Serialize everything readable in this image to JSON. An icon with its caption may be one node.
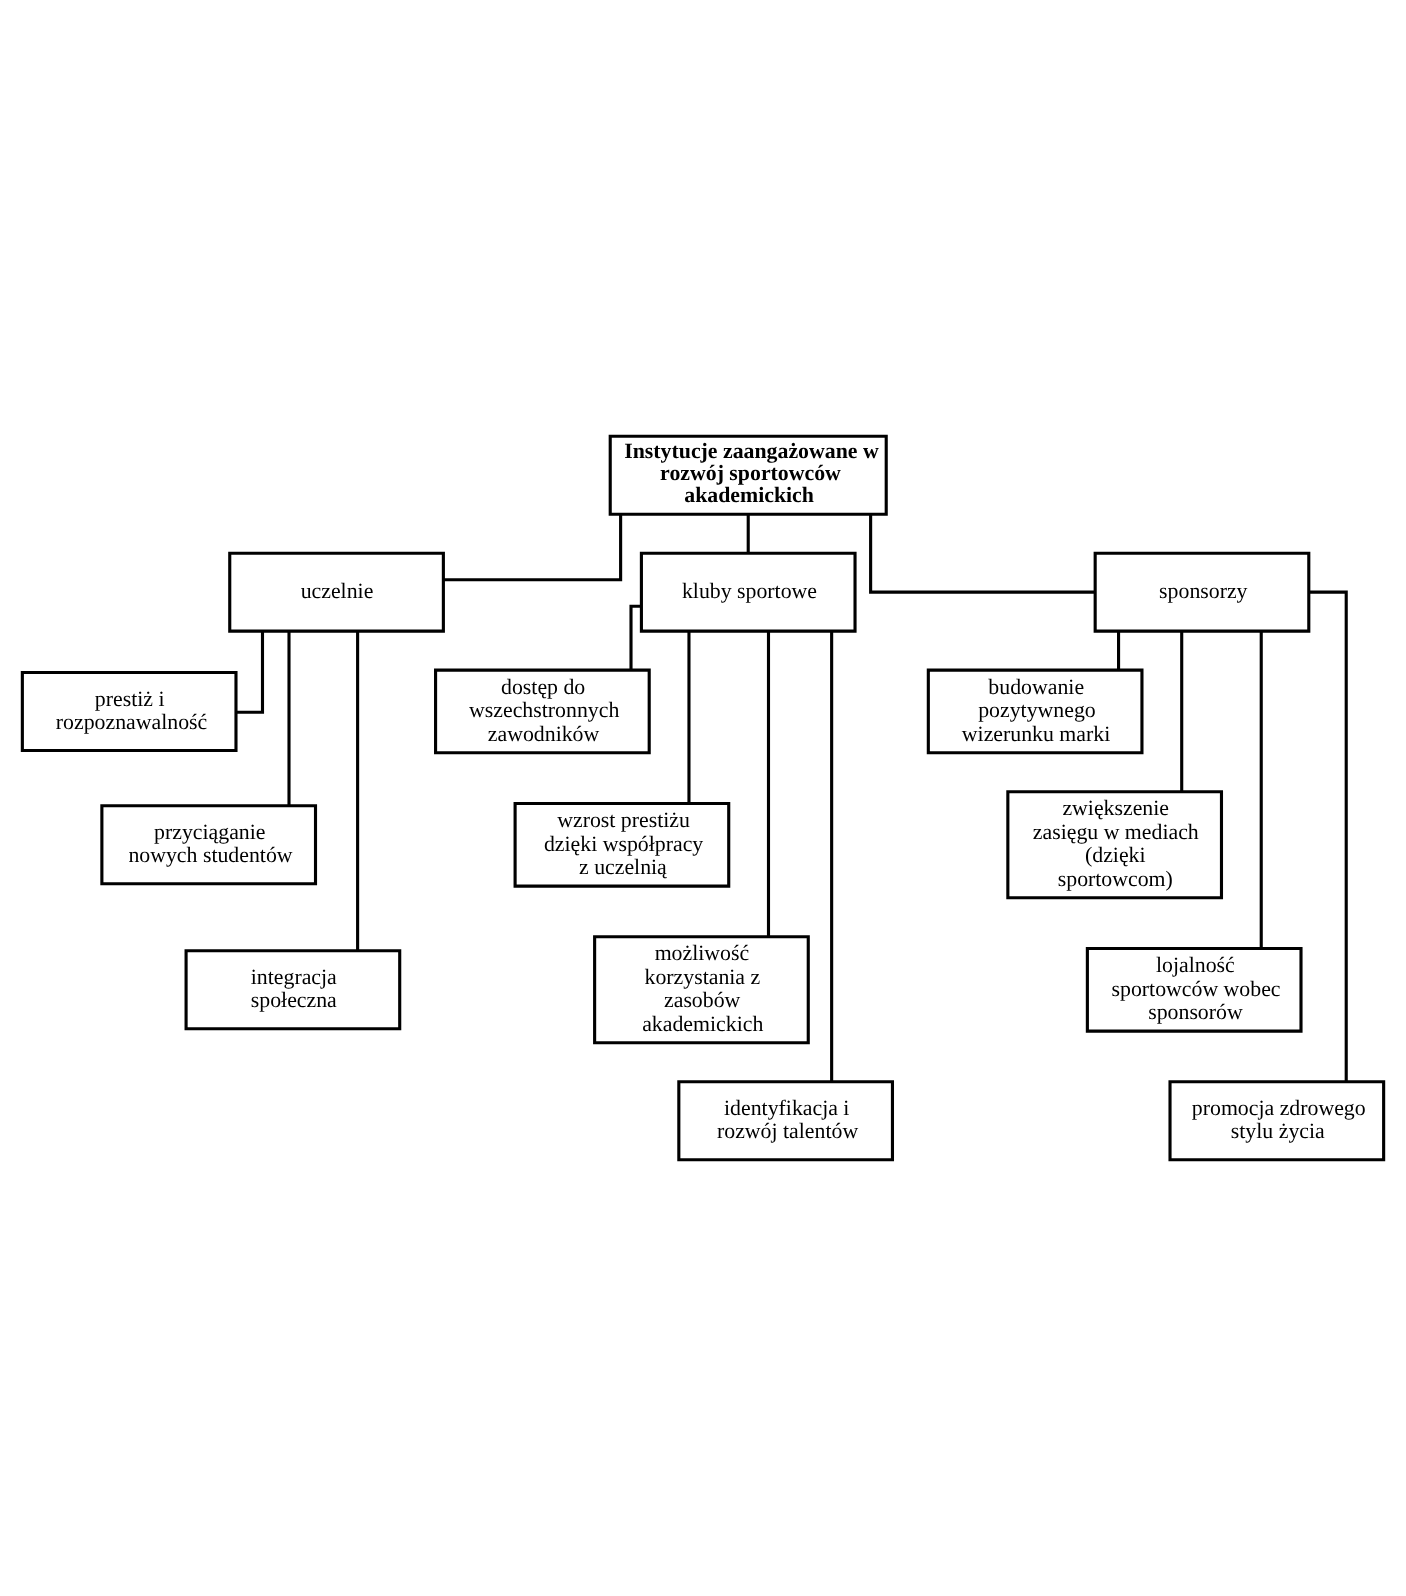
{
  "diagram": {
    "nodes": [
      {
        "text": [
          "Instytucje zaangażowane w rozwój sportowców akademickich"
        ]
      },
      {
        "text": [
          "uczelnie"
        ]
      },
      {
        "text": [
          "kluby sportowe"
        ]
      },
      {
        "text": [
          "sponsorzy"
        ]
      },
      {
        "text": [
          "prestiż i rozpoznawalność"
        ]
      },
      {
        "text": [
          "przyciąganie nowych studentów"
        ]
      },
      {
        "text": [
          "integracja społeczna"
        ]
      },
      {
        "text": [
          "dostęp do wszechstronnych zawodników"
        ]
      },
      {
        "text": [
          "wzrost prestiżu dzięki współpracy z uczelnią"
        ]
      },
      {
        "text": [
          "możliwość korzystania z zasobów akademickich"
        ]
      },
      {
        "text": [
          "identyfikacja i rozwój talentów"
        ]
      },
      {
        "text": [
          "budowanie pozytywnego wizerunku marki"
        ]
      },
      {
        "text": [
          "zwiększenie zasięgu w mediach (dzięki sportowcom)"
        ]
      },
      {
        "text": [
          "lojalność sportowców wobec sponsorów"
        ]
      },
      {
        "text": [
          "promocja zdrowego stylu życia"
        ]
      }
    ],
    "edges": [
      {
        "from": 0,
        "to": 1,
        "arrow": "none"
      },
      {
        "from": 0,
        "to": 2,
        "arrow": "none"
      },
      {
        "from": 0,
        "to": 3,
        "arrow": "none"
      },
      {
        "from": 1,
        "to": 4,
        "arrow": "none"
      },
      {
        "from": 1,
        "to": 5,
        "arrow": "none"
      },
      {
        "from": 1,
        "to": 6,
        "arrow": "none"
      },
      {
        "from": 2,
        "to": 7,
        "arrow": "none"
      },
      {
        "from": 2,
        "to": 8,
        "arrow": "none"
      },
      {
        "from": 2,
        "to": 9,
        "arrow": "none"
      },
      {
        "from": 2,
        "to": 10,
        "arrow": "none"
      },
      {
        "from": 3,
        "to": 11,
        "arrow": "none"
      },
      {
        "from": 3,
        "to": 12,
        "arrow": "none"
      },
      {
        "from": 3,
        "to": 13,
        "arrow": "none"
      },
      {
        "from": 3,
        "to": 14,
        "arrow": "none"
      }
    ]
  }
}
